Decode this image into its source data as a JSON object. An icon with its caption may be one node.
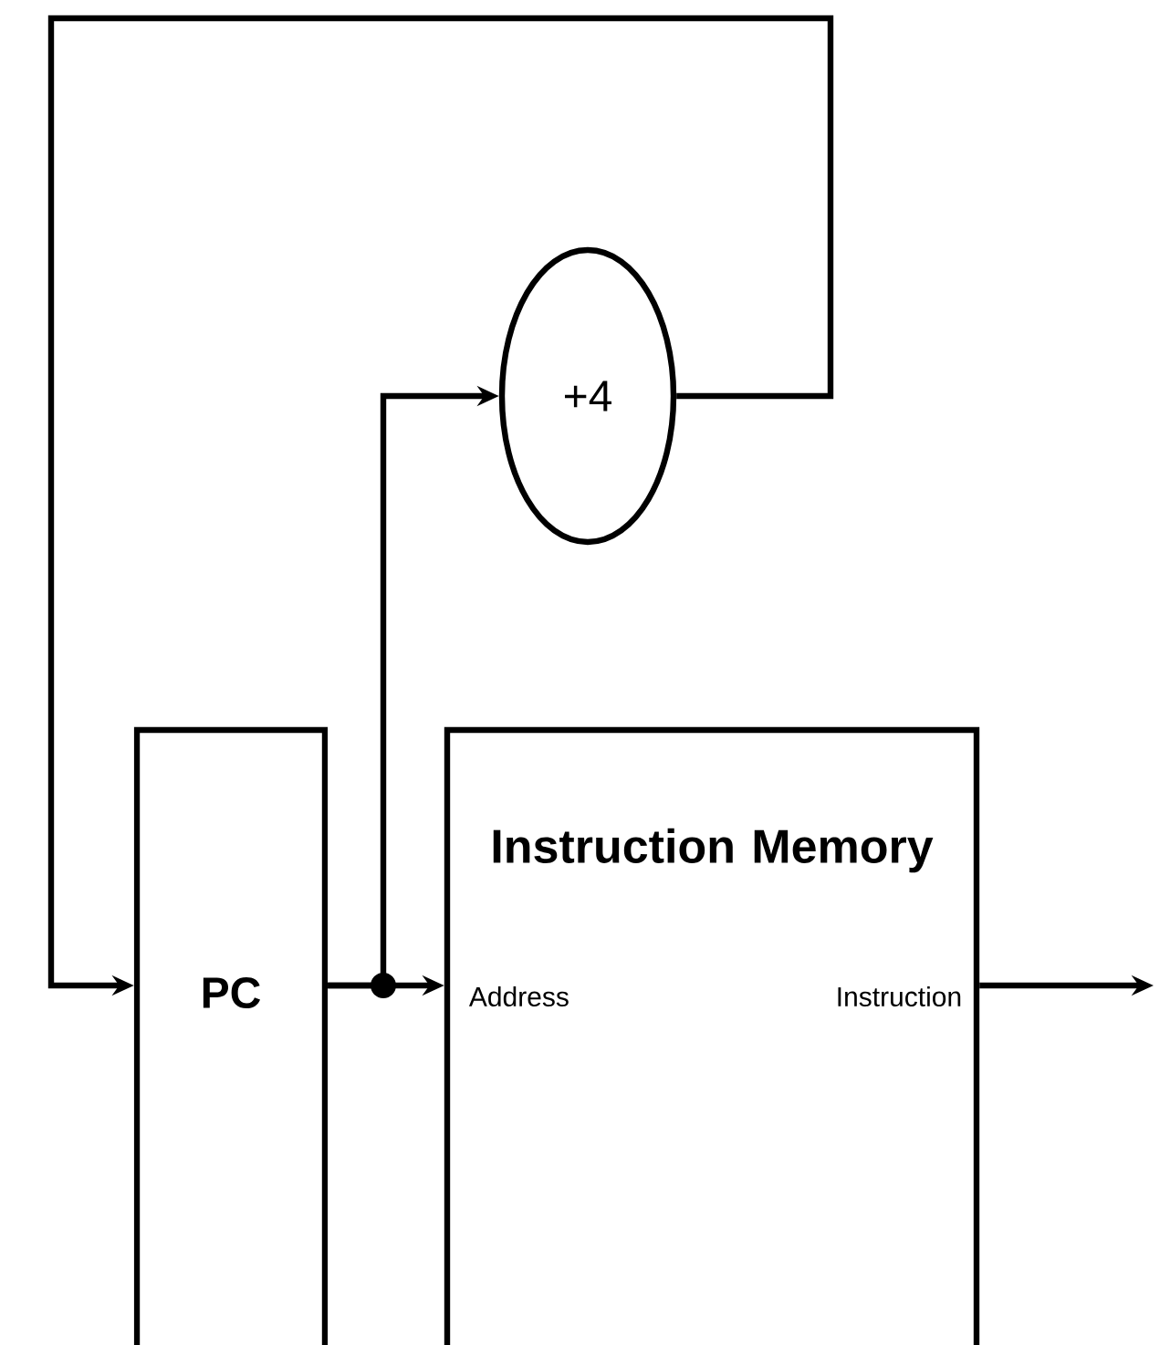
{
  "diagram": {
    "nodes": [
      {
        "text": [
          "PC"
        ]
      },
      {
        "text": [
          "Instruction Memory",
          "Address",
          "Instruction"
        ]
      },
      {
        "text": [
          "+4"
        ]
      }
    ],
    "edges": [
      {
        "from": 0,
        "to": 1,
        "arrow": "to"
      },
      {
        "from": 0,
        "to": 2,
        "arrow": "to"
      },
      {
        "from": 2,
        "to": 0,
        "arrow": "to"
      },
      {
        "from": 1,
        "to": null,
        "arrow": "to"
      }
    ]
  }
}
